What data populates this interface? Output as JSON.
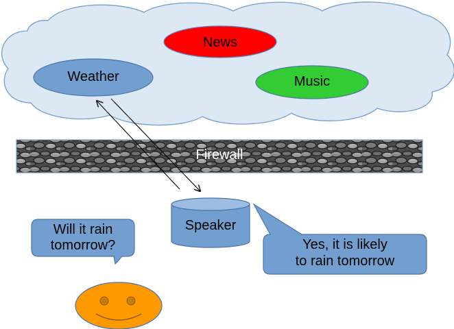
{
  "cloud": {
    "services": [
      {
        "label": "News",
        "color": "#ff0000"
      },
      {
        "label": "Weather",
        "color": "#729fcf"
      },
      {
        "label": "Music",
        "color": "#33cc33"
      }
    ],
    "fill": "#dde8f5",
    "stroke": "#729fcf"
  },
  "firewall": {
    "label": "Firewall"
  },
  "speaker": {
    "label": "Speaker",
    "fill": "#729fcf"
  },
  "question": {
    "line1": "Will it rain",
    "line2": "tomorrow?"
  },
  "answer": {
    "line1": "Yes, it is likely",
    "line2": "to rain tomorrow"
  },
  "user": {
    "face_color": "#ff9900",
    "icon": "smiley-face-icon"
  }
}
